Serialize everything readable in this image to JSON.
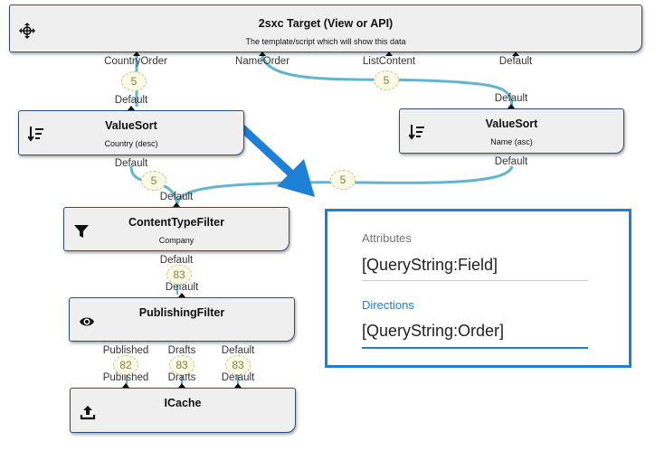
{
  "nodes": {
    "target": {
      "title": "2sxc Target (View or API)",
      "subtitle": "The template/script which will show this data",
      "icon": "move-icon"
    },
    "valuesort1": {
      "title": "ValueSort",
      "subtitle": "Country (desc)",
      "icon": "sort-icon"
    },
    "valuesort2": {
      "title": "ValueSort",
      "subtitle": "Name (asc)",
      "icon": "sort-icon"
    },
    "contenttypefilter": {
      "title": "ContentTypeFilter",
      "subtitle": "Company",
      "icon": "filter-icon"
    },
    "publishingfilter": {
      "title": "PublishingFilter",
      "subtitle": "",
      "icon": "eye-icon"
    },
    "icache": {
      "title": "ICache",
      "subtitle": "",
      "icon": "upload-icon"
    }
  },
  "ports": {
    "target_in": [
      "CountryOrder",
      "NameOrder",
      "ListContent",
      "Default"
    ],
    "vs1_out": "Default",
    "vs1_in": "Default",
    "vs2_out": "Default",
    "vs2_in": "Default",
    "ctf_out": "Default",
    "ctf_in": "Default",
    "pf_out": "Default",
    "pf_in": [
      "Published",
      "Drafts",
      "Default"
    ],
    "icache_out": [
      "Published",
      "Drafts",
      "Default"
    ]
  },
  "badges": {
    "country_order": "5",
    "list_content": "5",
    "vs1_to_ctf": "5",
    "vs2_to_ctf": "5",
    "ctf_to_pf": "83",
    "published": "82",
    "drafts": "83",
    "default": "83"
  },
  "panel": {
    "attributes_label": "Attributes",
    "attributes_value": "[QueryString:Field]",
    "directions_label": "Directions",
    "directions_value": "[QueryString:Order]"
  },
  "colors": {
    "wire": "#62b4cf",
    "node_border": "#2f4f6f",
    "panel_border": "#1e7fd6",
    "arrow": "#1e7fd6",
    "label_grey": "#757575",
    "label_blue": "#1e7fd6"
  }
}
